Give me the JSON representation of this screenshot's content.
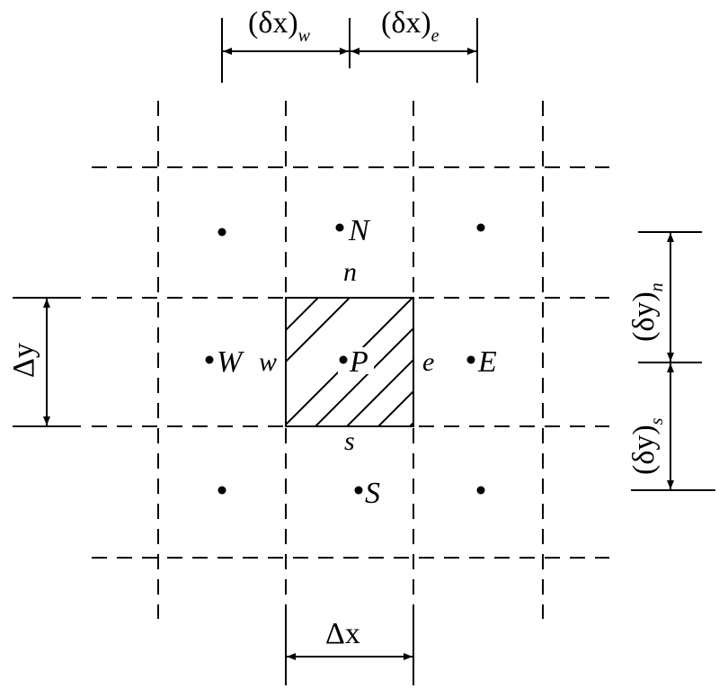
{
  "nodes": {
    "P": "P",
    "N": "N",
    "S": "S",
    "E": "E",
    "W": "W"
  },
  "faces": {
    "n": "n",
    "s": "s",
    "e": "e",
    "w": "w"
  },
  "dimensions": {
    "dx_w": {
      "main": "(δx)",
      "sub": "w"
    },
    "dx_e": {
      "main": "(δx)",
      "sub": "e"
    },
    "dy_n": {
      "main": "(δy)",
      "sub": "n"
    },
    "dy_s": {
      "main": "(δy)",
      "sub": "s"
    },
    "Dx": "Δx",
    "Dy": "Δy"
  }
}
